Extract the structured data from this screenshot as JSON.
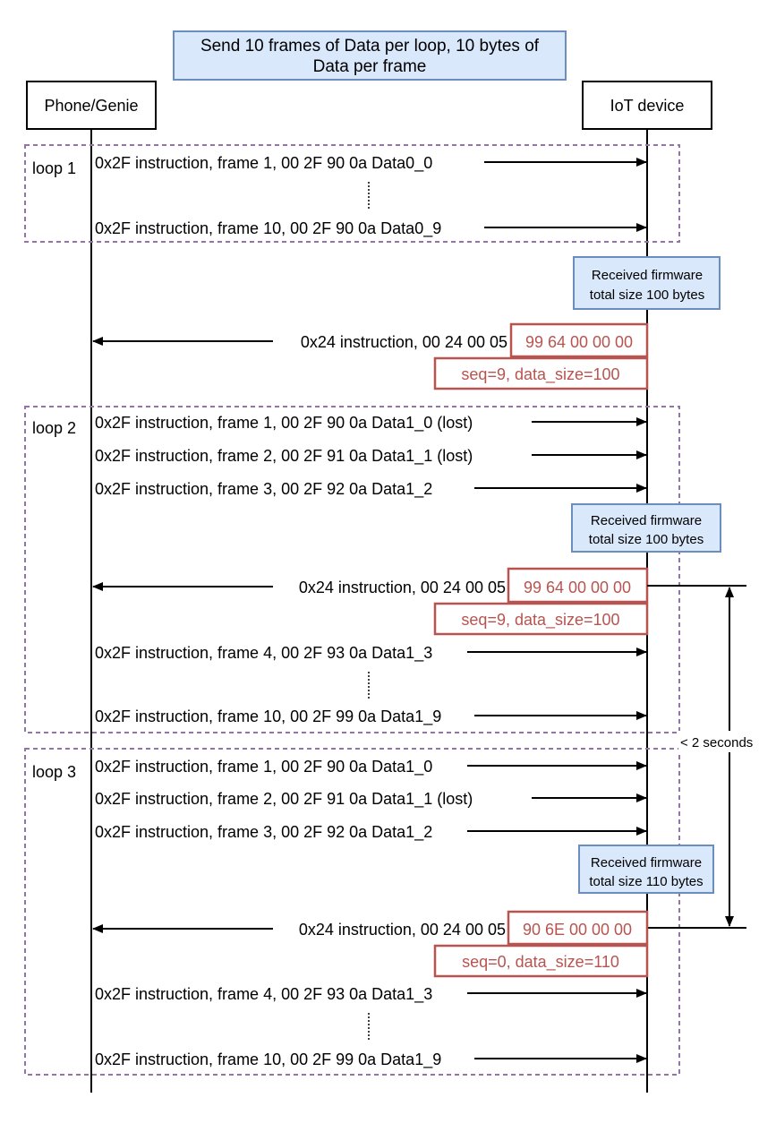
{
  "title": {
    "line1": "Send 10 frames of Data per loop, 10 bytes of",
    "line2": "Data per frame"
  },
  "participants": {
    "left": "Phone/Genie",
    "right": "IoT device"
  },
  "loops": [
    "loop 1",
    "loop 2",
    "loop 3"
  ],
  "messages": {
    "l1f1": "0x2F instruction, frame 1, 00 2F 90 0a Data0_0",
    "l1f10": "0x2F instruction, frame 10, 00 2F 90 0a Data0_9",
    "r1": "0x24 instruction, 00 24 00 05",
    "l2f1": "0x2F instruction, frame 1, 00 2F 90 0a Data1_0 (lost)",
    "l2f2": "0x2F instruction, frame 2, 00 2F 91 0a Data1_1 (lost)",
    "l2f3": "0x2F instruction, frame 3, 00 2F 92 0a Data1_2",
    "r2": "0x24 instruction, 00 24 00 05",
    "l2f4": "0x2F instruction, frame 4, 00 2F 93 0a Data1_3",
    "l2f10": "0x2F instruction, frame 10, 00 2F 99 0a Data1_9",
    "l3f1": "0x2F instruction, frame 1, 00 2F 90 0a Data1_0",
    "l3f2": "0x2F instruction, frame 2, 00 2F 91 0a Data1_1 (lost)",
    "l3f3": "0x2F instruction, frame 3, 00 2F 92 0a Data1_2",
    "r3": "0x24 instruction, 00 24 00 05",
    "l3f4": "0x2F instruction, frame 4, 00 2F 93 0a Data1_3",
    "l3f10": "0x2F instruction, frame 10, 00 2F 99 0a Data1_9"
  },
  "payloads": {
    "p1": "99 64 00 00 00",
    "s1": "seq=9,  data_size=100",
    "p2": "99 64 00 00 00",
    "s2": "seq=9,  data_size=100",
    "p3": "90 6E 00 00 00",
    "s3": "seq=0,  data_size=110"
  },
  "notes": {
    "n1a": "Received firmware",
    "n1b": "total size 100 bytes",
    "n2a": "Received firmware",
    "n2b": "total size 100 bytes",
    "n3a": "Received firmware",
    "n3b": "total size 110 bytes"
  },
  "interval": "< 2 seconds",
  "colors": {
    "note_fill": "#dae8fc",
    "note_stroke": "#6c8ebf",
    "payload_red": "#b85450",
    "loop_border": "#9673a6"
  }
}
